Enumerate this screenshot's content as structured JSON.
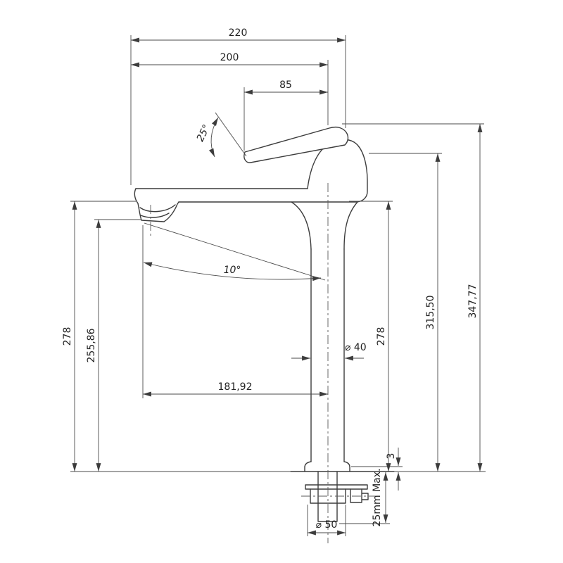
{
  "drawing": {
    "kind": "faucet-dimension-drawing",
    "line_color": "#3c3c3c",
    "dim_color": "#4a4a4a"
  },
  "dimensions": {
    "total_width": "220",
    "spout_projection": "200",
    "handle_length": "85",
    "handle_angle": "25°",
    "spout_angle": "10°",
    "height_to_spout_left": "278",
    "height_to_outlet": "255,86",
    "outlet_reach": "181,92",
    "height_to_body": "278",
    "height_upper": "315,50",
    "height_total": "347,77",
    "body_diameter": "⌀ 40",
    "flange_height": "3",
    "max_mounting": "25mm Max.",
    "base_diameter": "⌀ 50"
  }
}
